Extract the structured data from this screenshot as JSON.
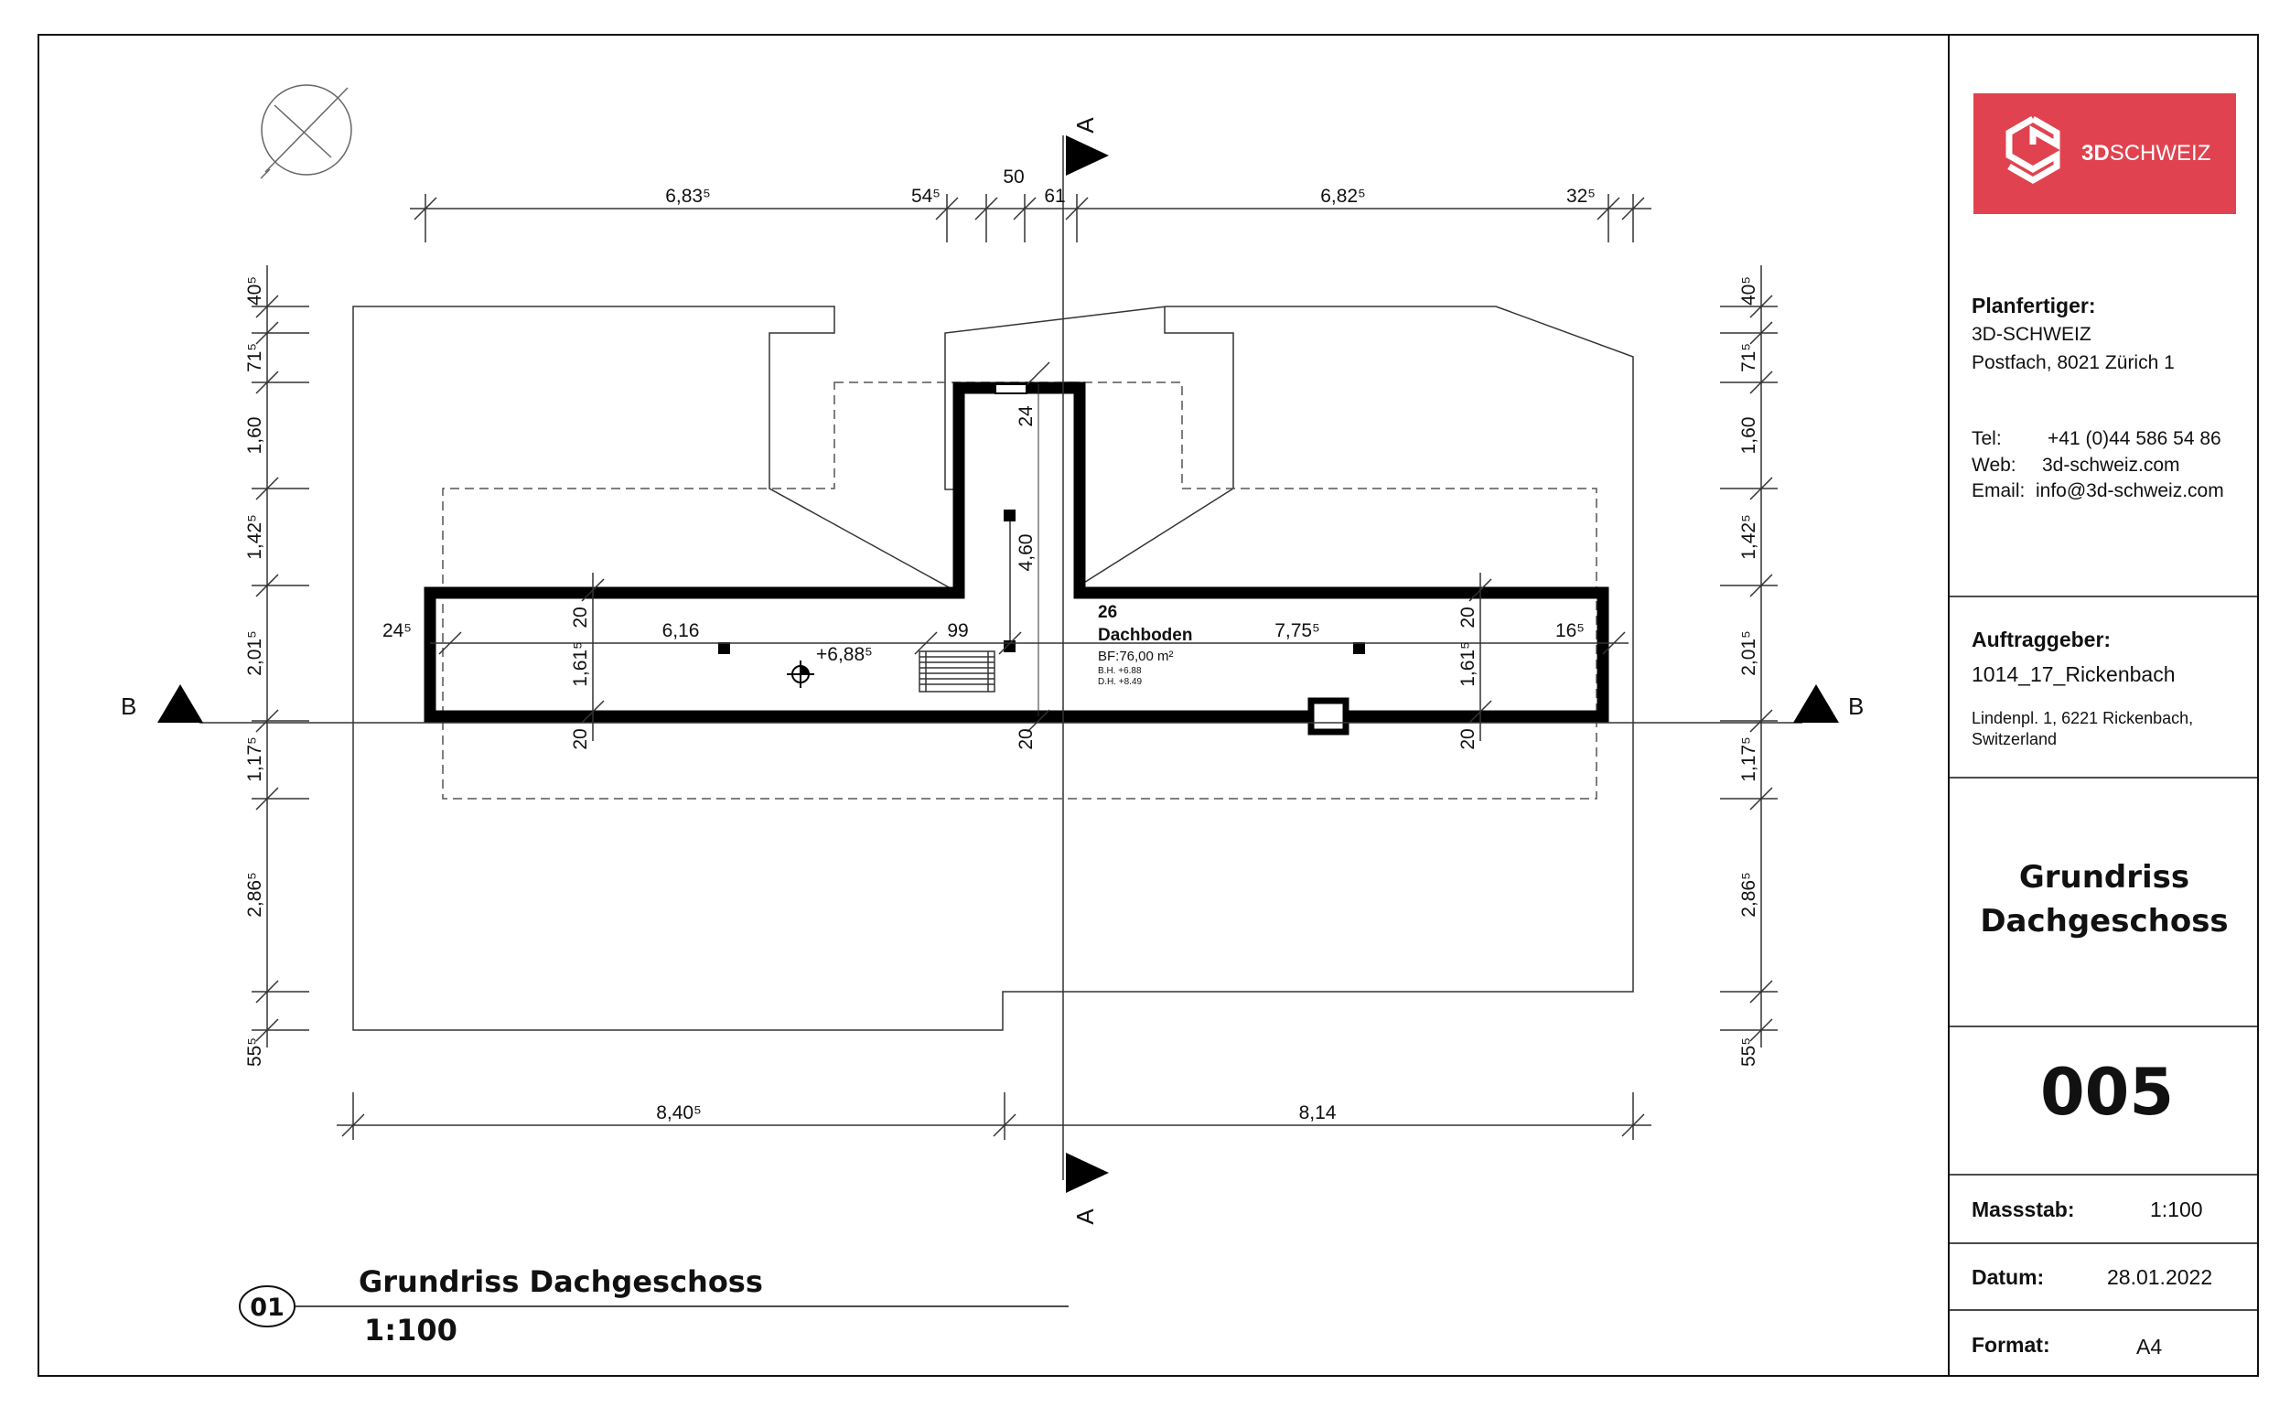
{
  "plan": {
    "top_dims": [
      "6,83⁵",
      "54⁵",
      "50",
      "61",
      "6,82⁵",
      "32⁵"
    ],
    "bottom_dims": [
      "8,40⁵",
      "8,14"
    ],
    "left_dims": [
      "40⁵",
      "71⁵",
      "1,60",
      "1,42⁵",
      "2,01⁵",
      "1,17⁵",
      "2,86⁵",
      "55⁵"
    ],
    "right_dims": [
      "40⁵",
      "71⁵",
      "1,60",
      "1,42⁵",
      "2,01⁵",
      "1,17⁵",
      "2,86⁵",
      "55⁵"
    ],
    "interior_dims": {
      "left_thickness": "24⁵",
      "left_length": "6,16",
      "right_length": "7,75⁵",
      "right_thickness": "16⁵",
      "stair_width": "99",
      "elevation": "+6,88⁵",
      "corridor_length": "4,60",
      "corridor_top": "24",
      "wall_a": "20",
      "wall_b": "20",
      "wall_c": "20",
      "wall_d": "20",
      "wall_e": "20",
      "height_left": "1,61⁵",
      "height_right": "1,61⁵"
    },
    "room": {
      "number": "26",
      "name": "Dachboden",
      "area": "BF:76,00 m²",
      "bh": "B.H. +6.88",
      "dh": "D.H. +8.49"
    },
    "sections": {
      "a_top": "A",
      "a_bottom": "A",
      "b_left": "B",
      "b_right": "B"
    }
  },
  "caption": {
    "number": "01",
    "title": "Grundriss Dachgeschoss",
    "scale": "1:100"
  },
  "titleblock": {
    "logo_text_bold": "3D",
    "logo_text": "SCHWEIZ",
    "planer_label": "Planfertiger:",
    "planer_name": "3D-SCHWEIZ",
    "planer_address": "Postfach, 8021 Zürich 1",
    "tel_label": "Tel:",
    "tel": "+41 (0)44 586 54 86",
    "web_label": "Web:",
    "web": "3d-schweiz.com",
    "email_label": "Email:",
    "email": "info@3d-schweiz.com",
    "client_label": "Auftraggeber:",
    "client_name": "1014_17_Rickenbach",
    "client_address_1": "Lindenpl. 1, 6221 Rickenbach,",
    "client_address_2": "Switzerland",
    "drawing_title_1": "Grundriss",
    "drawing_title_2": "Dachgeschoss",
    "sheet_number": "005",
    "scale_label": "Massstab:",
    "scale": "1:100",
    "date_label": "Datum:",
    "date": "28.01.2022",
    "format_label": "Format:",
    "format": "A4"
  },
  "colors": {
    "logo_bg": "#e0434f",
    "line": "#111111"
  }
}
